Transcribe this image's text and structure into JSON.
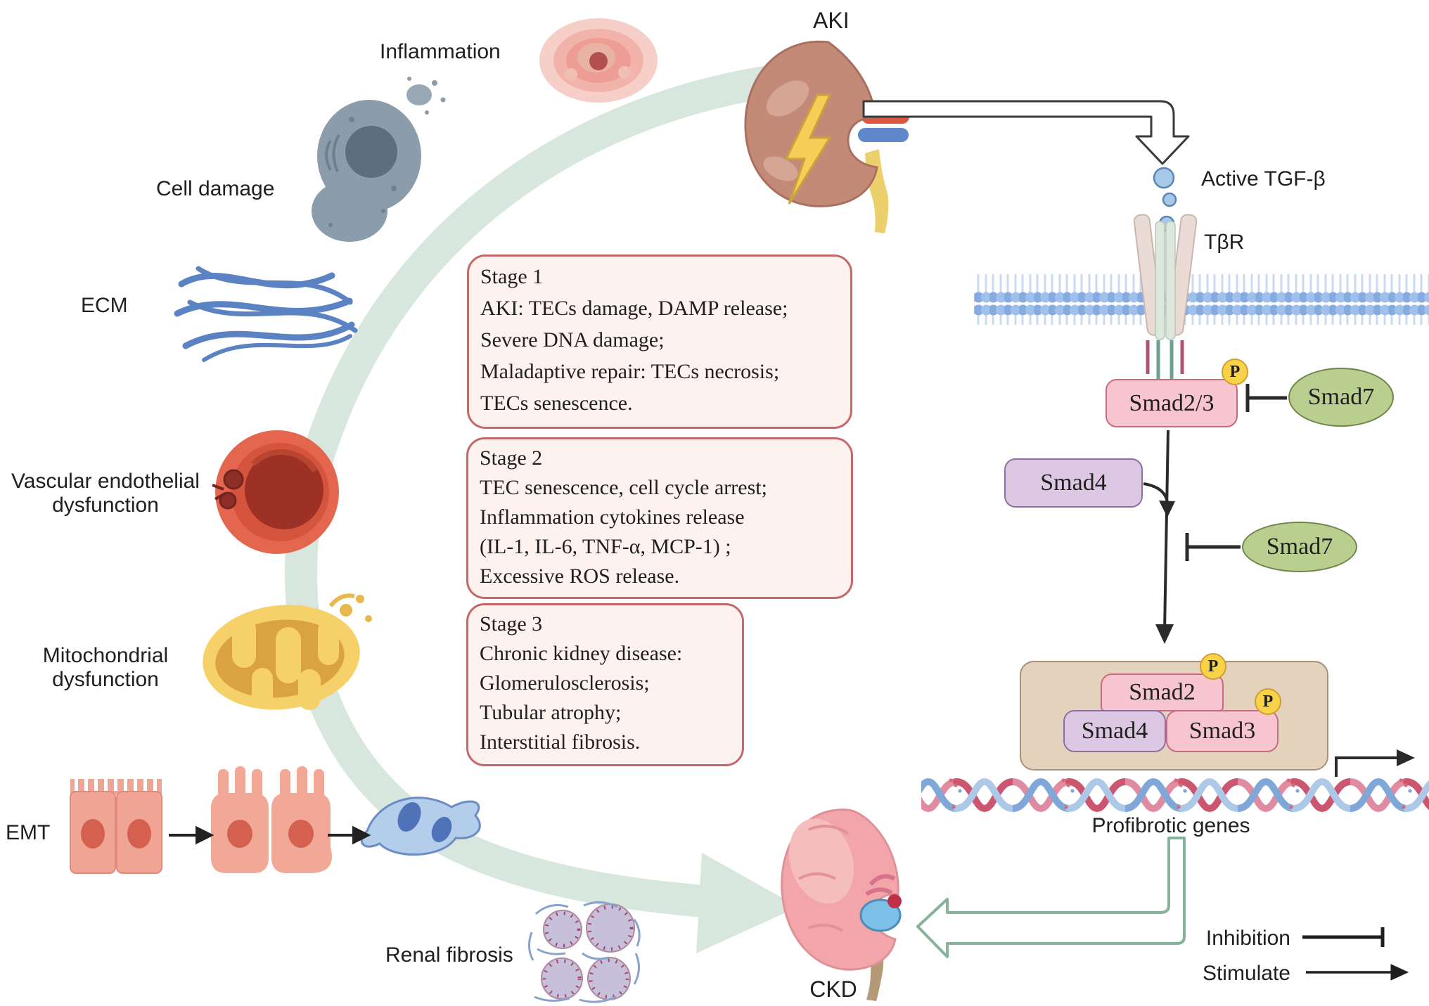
{
  "left_labels": {
    "inflammation": "Inflammation",
    "cell_damage": "Cell damage",
    "ecm": "ECM",
    "vascular_line1": "Vascular endothelial",
    "vascular_line2": "dysfunction",
    "mito_line1": "Mitochondrial",
    "mito_line2": "dysfunction",
    "emt": "EMT",
    "renal_fibrosis": "Renal fibrosis"
  },
  "nodes": {
    "aki": "AKI",
    "ckd": "CKD",
    "active_tgfb": "Active TGF-β",
    "tbr": "TβR",
    "smad23": "Smad2/3",
    "smad7_upper": "Smad7",
    "smad4": "Smad4",
    "smad7_lower": "Smad7",
    "complex_smad2": "Smad2",
    "complex_smad4": "Smad4",
    "complex_smad3": "Smad3",
    "phospho": "P",
    "profibrotic_genes": "Profibrotic genes"
  },
  "stages": [
    {
      "lines": [
        "Stage 1",
        "AKI: TECs damage, DAMP release;",
        "Severe DNA damage;",
        "Maladaptive repair: TECs necrosis;",
        "TECs senescence."
      ]
    },
    {
      "lines": [
        "Stage 2",
        "TEC senescence, cell cycle arrest;",
        "Inflammation cytokines release",
        "(IL-1, IL-6, TNF-α, MCP-1) ;",
        "Excessive ROS release."
      ]
    },
    {
      "lines": [
        "Stage 3",
        "Chronic kidney disease:",
        "Glomerulosclerosis;",
        "Tubular atrophy;",
        "Interstitial fibrosis."
      ]
    }
  ],
  "legend": {
    "inhibition": "Inhibition",
    "stimulate": "Stimulate"
  },
  "colors": {
    "text": "#1f1f1f",
    "arc_green": "#d7e7de",
    "stage_fill": "#fdf2ee",
    "stage_border": "#c4686a",
    "pink_fill": "#f7c5d0",
    "pink_border": "#c96a80",
    "lavender_fill": "#ddc8e4",
    "lavender_border": "#8f6fa2",
    "green_fill": "#b9cf90",
    "green_border": "#70854a",
    "badge_fill": "#f8d348",
    "badge_border": "#cf9f35",
    "complex_fill": "#e4d3bc",
    "complex_border": "#a8907a",
    "stimulate_arrow_green": "#86b29c",
    "dna_pink": "#e08ba2",
    "dna_blue": "#7fa8d8",
    "membrane_blue": "#86abe0"
  }
}
